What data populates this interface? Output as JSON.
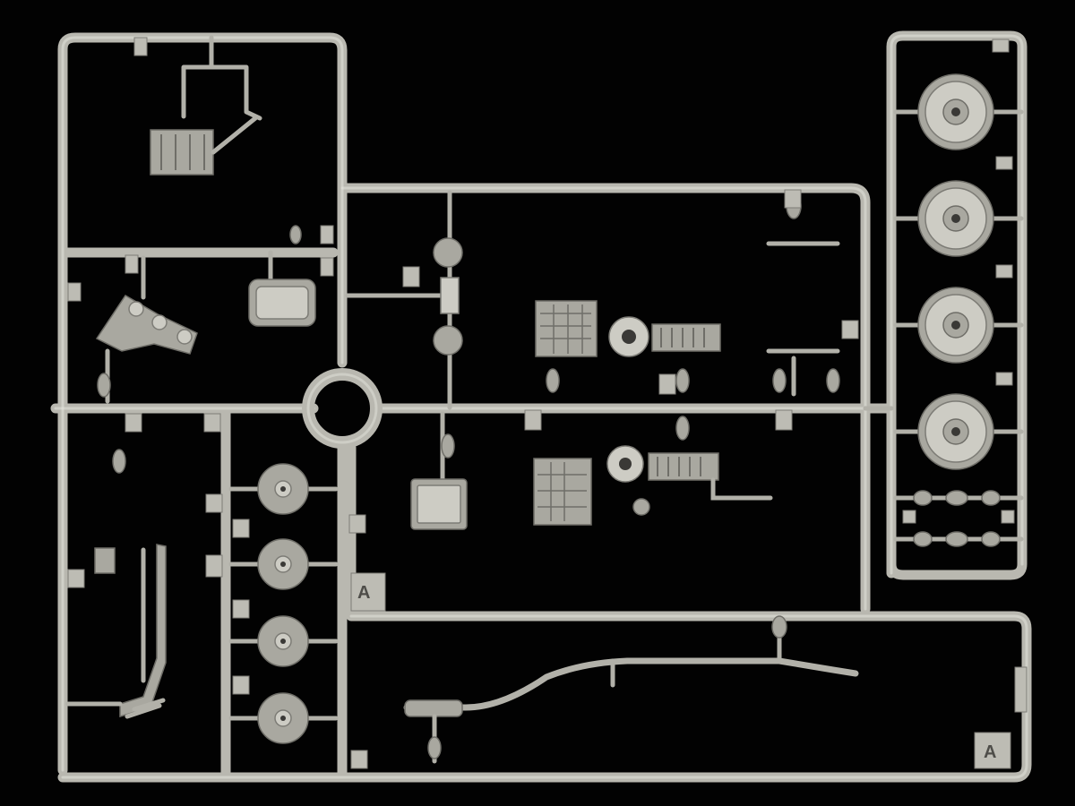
{
  "image": {
    "subject": "plastic-model-kit-sprue",
    "colors": {
      "background": "#020202",
      "plastic": "#b9b8b0",
      "plastic_highlight": "#e4e3dc",
      "shadow": "#6f6e68"
    }
  },
  "sprue": {
    "letter": "A",
    "side_marking": "A"
  }
}
